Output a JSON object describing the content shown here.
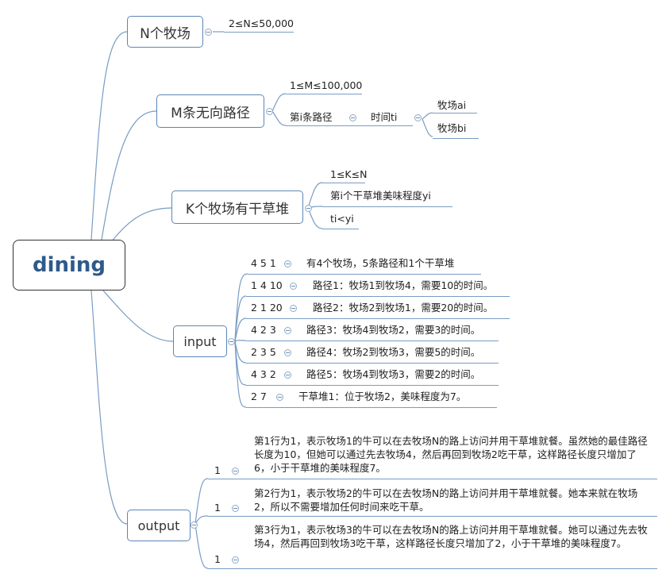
{
  "root": "dining",
  "branches": {
    "n": {
      "label": "N个牧场",
      "items": [
        "2≤N≤50,000"
      ]
    },
    "m": {
      "label": "M条无向路径",
      "range": "1≤M≤100,000",
      "path": "第i条路径",
      "time": "时间ti",
      "ends": [
        "牧场ai",
        "牧场bi"
      ]
    },
    "k": {
      "label": "K个牧场有干草堆",
      "items": [
        "1≤K≤N",
        "第i个干草堆美味程度yi",
        "ti<yi"
      ]
    },
    "input": {
      "label": "input",
      "rows": [
        {
          "code": "4 5 1",
          "desc": "有4个牧场，5条路径和1个干草堆"
        },
        {
          "code": "1 4 10",
          "desc": "路径1：牧场1到牧场4，需要10的时间。"
        },
        {
          "code": "2 1 20",
          "desc": "路径2：牧场2到牧场1，需要20的时间。"
        },
        {
          "code": "4 2 3",
          "desc": "路径3：牧场4到牧场2，需要3的时间。"
        },
        {
          "code": "2 3 5",
          "desc": "路径4：牧场2到牧场3，需要5的时间。"
        },
        {
          "code": "4 3 2",
          "desc": "路径5：牧场4到牧场3，需要2的时间。"
        },
        {
          "code": "2 7",
          "desc": "干草堆1：位于牧场2，美味程度为7。"
        }
      ]
    },
    "output": {
      "label": "output",
      "rows": [
        {
          "code": "1",
          "desc": "第1行为1，表示牧场1的牛可以在去牧场N的路上访问并用干草堆就餐。虽然她的最佳路径长度为10，但她可以通过先去牧场4，然后再回到牧场2吃干草，这样路径长度只增加了6，小于干草堆的美味程度7。"
        },
        {
          "code": "1",
          "desc": "第2行为1，表示牧场2的牛可以在去牧场N的路上访问并用干草堆就餐。她本来就在牧场2，所以不需要增加任何时间来吃干草。"
        },
        {
          "code": "1",
          "desc": "第3行为1，表示牧场3的牛可以在去牧场N的路上访问并用干草堆就餐。她可以通过先去牧场4，然后再回到牧场3吃干草，这样路径长度只增加了2，小于干草堆的美味程度7。"
        }
      ]
    }
  }
}
